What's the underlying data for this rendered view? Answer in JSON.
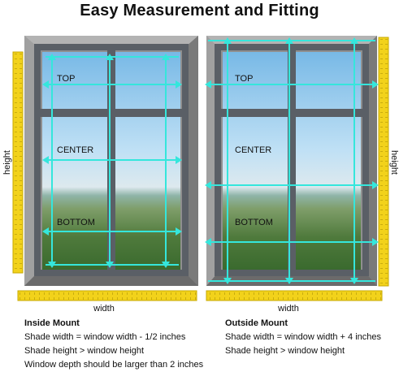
{
  "title": "Easy Measurement and Fitting",
  "colors": {
    "frame": "#8f8f8f",
    "frame_dark": "#6e6e6e",
    "mullion": "#5a5f66",
    "measure": "#35e6dc",
    "ruler": "#f2d21b",
    "ruler_edge": "#c7a800"
  },
  "icons": [
    "double-arrow-icon",
    "tape-ruler-icon"
  ],
  "inside": {
    "labels": {
      "top": "TOP",
      "center": "CENTER",
      "bottom": "BOTTOM"
    },
    "height_label": "height",
    "width_label": "width",
    "heading": "Inside Mount",
    "lines": [
      "Shade width = window width - 1/2 inches",
      "Shade height > window height",
      "Window depth should be larger than 2 inches"
    ]
  },
  "outside": {
    "labels": {
      "top": "TOP",
      "center": "CENTER",
      "bottom": "BOTTOM"
    },
    "height_label": "height",
    "width_label": "width",
    "heading": "Outside Mount",
    "lines": [
      "Shade width = window width + 4 inches",
      "Shade height > window height"
    ]
  }
}
